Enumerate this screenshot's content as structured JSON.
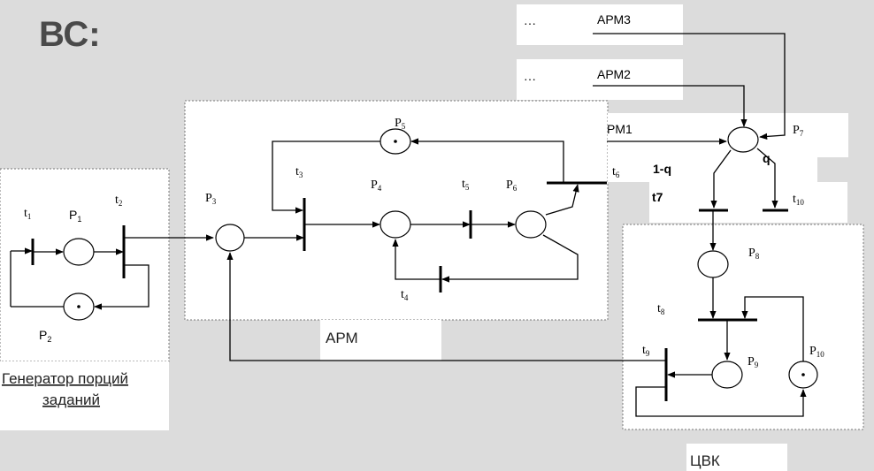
{
  "slide": {
    "title": "ВС:",
    "captions": {
      "arm": "АРМ",
      "cvk": "ЦВК",
      "generator_line1": "Генератор порций",
      "generator_line2": "заданий"
    }
  },
  "arm_stations": {
    "arm3": {
      "ellipsis": "…",
      "label": "АРМ3"
    },
    "arm2": {
      "ellipsis": "…",
      "label": "АРМ2"
    },
    "arm1": {
      "label": "PM1"
    }
  },
  "edge_labels": {
    "one_minus_q": "1-q",
    "q": "q",
    "t7": "t7"
  },
  "places": [
    {
      "id": "P1",
      "base": "P",
      "sub": "1",
      "token": false
    },
    {
      "id": "P2",
      "base": "P",
      "sub": "2",
      "token": true
    },
    {
      "id": "P3",
      "base": "P",
      "sub": "3",
      "token": false
    },
    {
      "id": "P4",
      "base": "P",
      "sub": "4",
      "token": false
    },
    {
      "id": "P5",
      "base": "P",
      "sub": "5",
      "token": true
    },
    {
      "id": "P6",
      "base": "P",
      "sub": "6",
      "token": false
    },
    {
      "id": "P7",
      "base": "P",
      "sub": "7",
      "token": false
    },
    {
      "id": "P8",
      "base": "P",
      "sub": "8",
      "token": false
    },
    {
      "id": "P9",
      "base": "P",
      "sub": "9",
      "token": false
    },
    {
      "id": "P10",
      "base": "P",
      "sub": "10",
      "token": true
    }
  ],
  "transitions": [
    {
      "id": "t1",
      "base": "t",
      "sub": "1"
    },
    {
      "id": "t2",
      "base": "t",
      "sub": "2"
    },
    {
      "id": "t3",
      "base": "t",
      "sub": "3"
    },
    {
      "id": "t4",
      "base": "t",
      "sub": "4"
    },
    {
      "id": "t5",
      "base": "t",
      "sub": "5"
    },
    {
      "id": "t6",
      "base": "t",
      "sub": "6"
    },
    {
      "id": "t8",
      "base": "t",
      "sub": "8"
    },
    {
      "id": "t9",
      "base": "t",
      "sub": "9"
    },
    {
      "id": "t10",
      "base": "t",
      "sub": "10"
    }
  ]
}
